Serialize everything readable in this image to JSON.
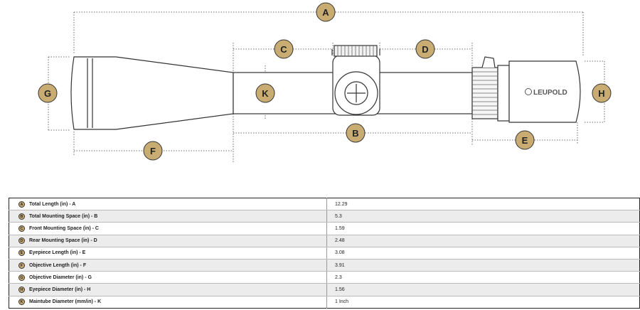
{
  "badge_color": "#c9ac72",
  "diagram": {
    "brand": "LEUPOLD",
    "callouts": [
      "A",
      "B",
      "C",
      "D",
      "E",
      "F",
      "G",
      "H",
      "K"
    ]
  },
  "specs": [
    {
      "key": "A",
      "label": "Total Length (in) - A",
      "value": "12.29"
    },
    {
      "key": "B",
      "label": "Total Mounting Space (in) - B",
      "value": "5.3"
    },
    {
      "key": "C",
      "label": "Front Mounting Space (in) - C",
      "value": "1.59"
    },
    {
      "key": "D",
      "label": "Rear Mounting Space (in) - D",
      "value": "2.48"
    },
    {
      "key": "E",
      "label": "Eyepiece Length (in) - E",
      "value": "3.08"
    },
    {
      "key": "F",
      "label": "Objective Length (in) - F",
      "value": "3.91"
    },
    {
      "key": "G",
      "label": "Objective Diameter (in) - G",
      "value": "2.3"
    },
    {
      "key": "H",
      "label": "Eyepiece Diameter (in) - H",
      "value": "1.56"
    },
    {
      "key": "K",
      "label": "Maintube Diameter (mm/in) - K",
      "value": "1 Inch"
    }
  ]
}
